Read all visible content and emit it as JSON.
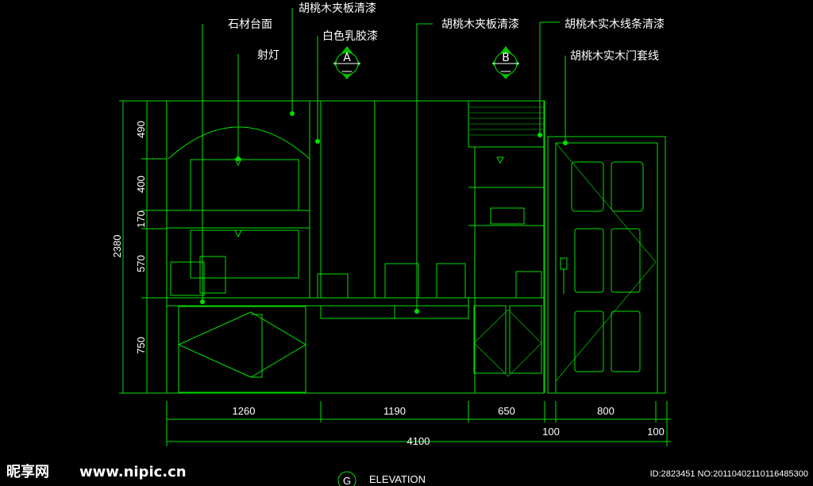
{
  "labels": {
    "stone_top": "石材台面",
    "spotlight": "射灯",
    "walnut_panel_1": "胡桃木夹板清漆",
    "white_latex": "白色乳胶漆",
    "walnut_panel_2": "胡桃木夹板清漆",
    "walnut_solid_strip": "胡桃木实木线条清漆",
    "walnut_door_trim": "胡桃木实木门套线"
  },
  "markers": [
    {
      "letter": "A",
      "dash": "—"
    },
    {
      "letter": "B",
      "dash": "—"
    }
  ],
  "vertical_dims": [
    "490",
    "400",
    "170",
    "570",
    "750"
  ],
  "total_height": "2380",
  "horizontal_dims": [
    "1260",
    "1190",
    "650",
    "800"
  ],
  "small_dims": [
    "100",
    "100"
  ],
  "total_width": "4100",
  "title": {
    "circle_letter": "G",
    "text": "ELEVATION"
  },
  "watermark": {
    "logo": "昵享网",
    "url": "www.nipic.cn",
    "id": "ID:2823451 NO:20110402110116485300"
  },
  "colors": {
    "line": "#00e000",
    "text": "#ffffff",
    "background": "#000000",
    "marker_fill": "#00c000"
  }
}
